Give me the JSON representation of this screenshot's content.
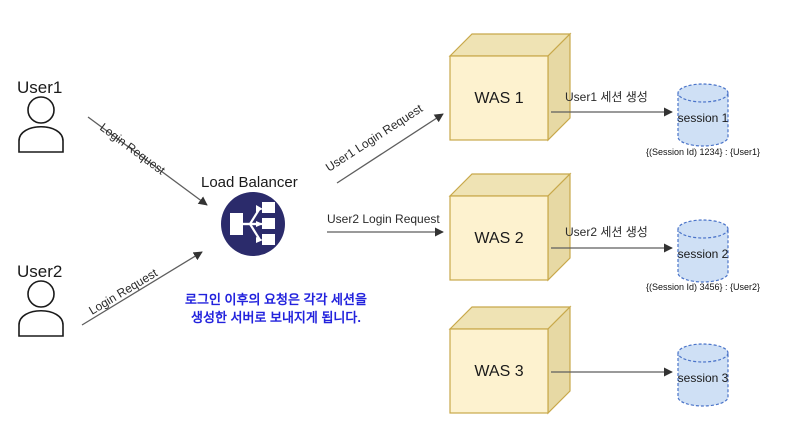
{
  "diagram": {
    "title": "Load Balancer Session Affinity Diagram",
    "colors": {
      "cube_front": "#FDF2CF",
      "cube_top": "#EFE3B4",
      "cube_side": "#E7D9A4",
      "cube_stroke": "#C8A84A",
      "cylinder_fill": "#CFE0F5",
      "cylinder_stroke": "#4B74C9",
      "lb_circle": "#2B2B6B",
      "lb_icon": "#FFFFFF",
      "note_text": "#2222DD",
      "edge_stroke": "#5E5E5E",
      "person_stroke": "#1A1A1A",
      "text": "#1A1A1A"
    },
    "actors": [
      {
        "id": "user1",
        "label": "User1"
      },
      {
        "id": "user2",
        "label": "User2"
      }
    ],
    "load_balancer": {
      "label": "Load Balancer",
      "icon": "load-balancer-splitter-icon"
    },
    "servers": [
      {
        "id": "was1",
        "label": "WAS 1"
      },
      {
        "id": "was2",
        "label": "WAS 2"
      },
      {
        "id": "was3",
        "label": "WAS 3"
      }
    ],
    "sessions": [
      {
        "id": "session1",
        "label": "session 1",
        "caption": "{(Session Id) 1234} : {User1}"
      },
      {
        "id": "session2",
        "label": "session 2",
        "caption": "{(Session Id) 3456} : {User2}"
      },
      {
        "id": "session3",
        "label": "session 3",
        "caption": ""
      }
    ],
    "edges": [
      {
        "id": "user1-to-lb",
        "label": "Login Request"
      },
      {
        "id": "user2-to-lb",
        "label": "Login Request"
      },
      {
        "id": "lb-to-was1",
        "label": "User1 Login Request"
      },
      {
        "id": "lb-to-was2",
        "label": "User2 Login Request"
      },
      {
        "id": "was1-to-session1",
        "label": "User1 세션 생성"
      },
      {
        "id": "was2-to-session2",
        "label": "User2 세션 생성"
      },
      {
        "id": "was3-to-session3",
        "label": ""
      }
    ],
    "note": {
      "line1": "로그인 이후의 요청은 각각 세션을",
      "line2": "생성한 서버로 보내지게 됩니다."
    }
  }
}
